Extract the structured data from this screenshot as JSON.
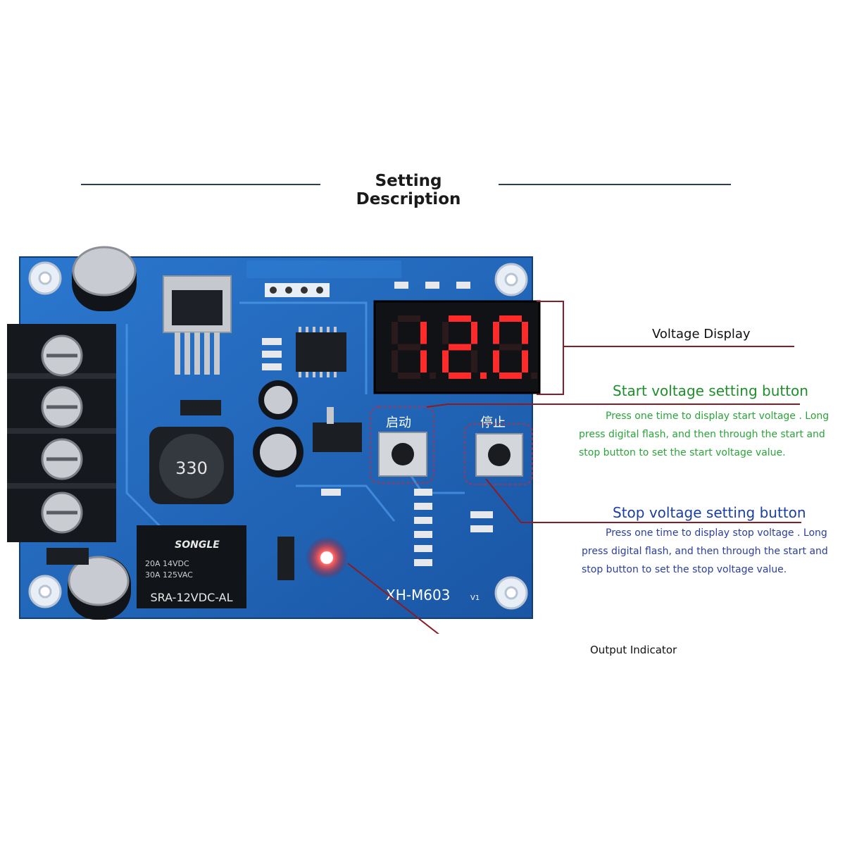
{
  "header": {
    "title": "Setting Description"
  },
  "board": {
    "display_value": "12.0",
    "model": "XH-M603",
    "version": "V1",
    "inductor": "330",
    "relay_brand": "SONGLE",
    "relay_line1": "20A 14VDC",
    "relay_line2": "30A 125VAC",
    "relay_model": "SRA-12VDC-AL",
    "start_button_label": "启动",
    "stop_button_label": "停止"
  },
  "annotations": {
    "voltage_display": {
      "title": "Voltage Display"
    },
    "start_button": {
      "title": "Start voltage setting button",
      "lines": [
        "Press one time to display start voltage . Long",
        "press digital flash, and then through the start and",
        "stop button to set the start voltage value."
      ]
    },
    "stop_button": {
      "title": "Stop voltage setting button",
      "lines": [
        "Press one time to display stop voltage . Long",
        "press digital flash, and then through the start and",
        "stop button to set the stop voltage value."
      ]
    },
    "output_indicator": {
      "title": "Output Indicator"
    }
  },
  "colors": {
    "pcb": "#1e63b8",
    "pcb_dark": "#174f96",
    "segment_on": "#ff2a2a",
    "leader": "#8a1c24",
    "start_text": "#1e8f2b",
    "stop_text": "#1b3fa0"
  }
}
